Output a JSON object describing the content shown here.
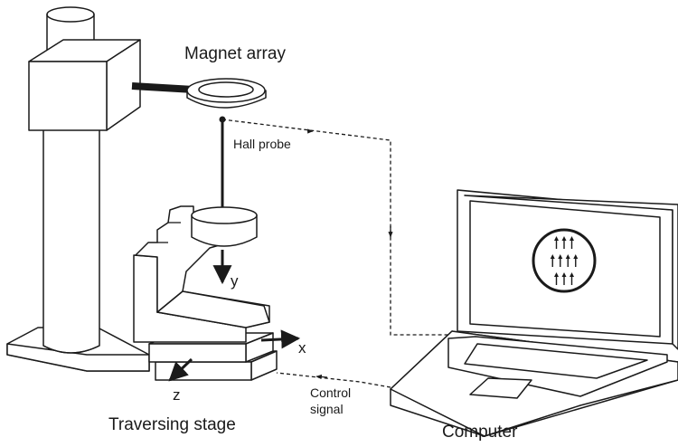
{
  "labels": {
    "magnet_array": "Magnet array",
    "hall_probe": "Hall probe",
    "traversing_stage": "Traversing stage",
    "computer": "Computer",
    "control_signal_line1": "Control",
    "control_signal_line2": "signal",
    "axis_x": "x",
    "axis_y": "y",
    "axis_z": "z"
  },
  "screen_arrows": {
    "rows": [
      3,
      4,
      3
    ],
    "direction": "up"
  },
  "colors": {
    "line": "#1a1a1a",
    "fill": "#ffffff"
  }
}
